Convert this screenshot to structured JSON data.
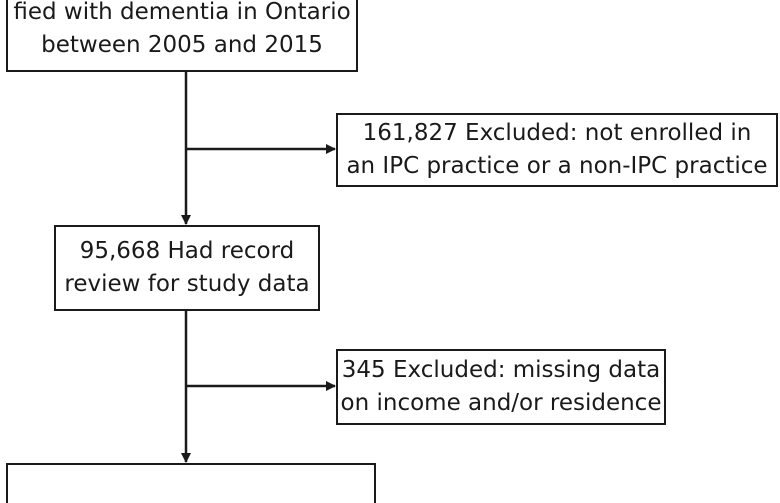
{
  "flow": {
    "top_box": {
      "line1": "fied with dementia in Ontario",
      "line2": "between 2005 and 2015"
    },
    "exclusion_1": {
      "line1": "161,827 Excluded: not enrolled in",
      "line2": "an IPC practice or a non-IPC practice"
    },
    "middle_box": {
      "line1": "95,668 Had record",
      "line2": "review for study data"
    },
    "exclusion_2": {
      "line1": "345 Excluded: missing data",
      "line2": "on income and/or residence"
    },
    "bottom_box": {
      "text": ""
    }
  },
  "colors": {
    "line": "#1a1a1a",
    "background": "#ffffff"
  }
}
